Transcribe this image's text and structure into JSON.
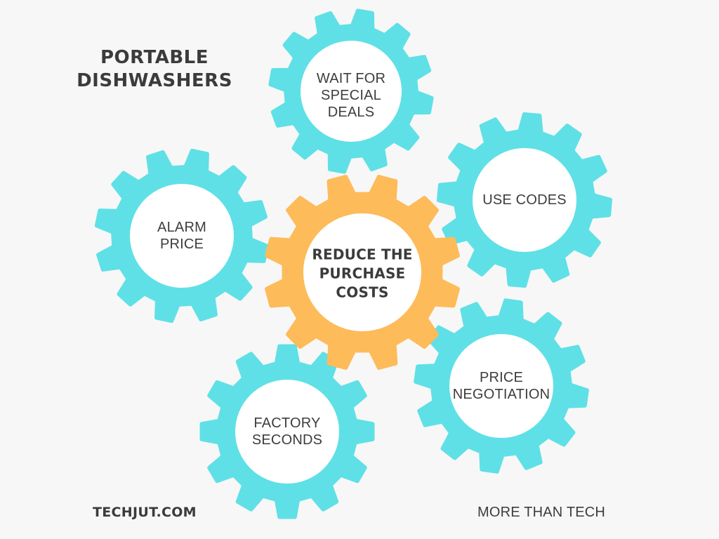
{
  "title": {
    "line1": "PORTABLE",
    "line2": "DISHWASHERS"
  },
  "center": {
    "line1": "REDUCE THE",
    "line2": "PURCHASE",
    "line3": "COSTS"
  },
  "gears": {
    "wait": {
      "line1": "WAIT FOR",
      "line2": "SPECIAL",
      "line3": "DEALS"
    },
    "codes": {
      "line1": "USE CODES"
    },
    "alarm": {
      "line1": "ALARM",
      "line2": "PRICE"
    },
    "negotiation": {
      "line1": "PRICE",
      "line2": "NEGOTIATION"
    },
    "factory": {
      "line1": "FACTORY",
      "line2": "SECONDS"
    }
  },
  "footer": {
    "left": "TECHJUT.COM",
    "right": "MORE THAN TECH"
  },
  "colors": {
    "gear_outer": "#5fe0e6",
    "center_gear": "#fdbb5a",
    "hub": "#ffffff",
    "background": "#f7f7f7",
    "text": "#3b3b3b"
  }
}
